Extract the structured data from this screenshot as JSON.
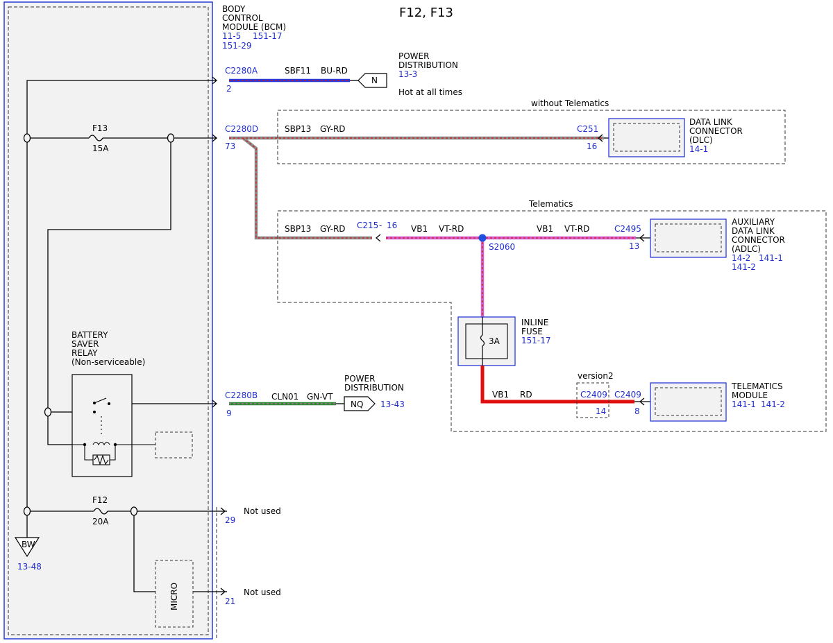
{
  "title": "F12, F13",
  "colors": {
    "ref_blue": "#1f2ccc",
    "module_fill": "#f2f2f2",
    "wire_bu": "#2a3ad8",
    "wire_rd": "#e01010",
    "wire_gy": "#8c8c8c",
    "wire_gn": "#2e8b2e",
    "wire_vt": "#d060d0",
    "splice": "#1f4fe0"
  },
  "bcm": {
    "label_lines": [
      "BODY",
      "CONTROL",
      "MODULE (BCM)"
    ],
    "refs_line1": [
      "11-5",
      "151-17"
    ],
    "refs_line2": "151-29"
  },
  "fuses": {
    "f13": {
      "name": "F13",
      "rating": "15A"
    },
    "f12": {
      "name": "F12",
      "rating": "20A"
    }
  },
  "relay": {
    "label_lines": [
      "BATTERY",
      "SAVER",
      "RELAY",
      "(Non-serviceable)"
    ]
  },
  "micro": "MICRO",
  "ground": {
    "name": "BW",
    "ref": "13-48"
  },
  "connectors": {
    "c2280a": {
      "name": "C2280A",
      "pin": "2",
      "circuit": "SBF11",
      "color": "BU-RD"
    },
    "c2280d": {
      "name": "C2280D",
      "pin": "73",
      "circuit": "SBP13",
      "color": "GY-RD"
    },
    "c2280b": {
      "name": "C2280B",
      "pin": "9",
      "circuit": "CLN01",
      "color": "GN-VT"
    },
    "pin29": {
      "pin": "29",
      "text": "Not used"
    },
    "pin21": {
      "pin": "21",
      "text": "Not used"
    }
  },
  "power_dist_1": {
    "label_lines": [
      "POWER",
      "DISTRIBUTION"
    ],
    "ref": "13-3",
    "node": "N",
    "note": "Hot at all times"
  },
  "power_dist_2": {
    "label_lines": [
      "POWER",
      "DISTRIBUTION"
    ],
    "ref": "13-43",
    "node": "NQ"
  },
  "without_telematics": {
    "label": "without Telematics",
    "connector": "C251",
    "pin": "16",
    "device_lines": [
      "DATA LINK",
      "CONNECTOR",
      "(DLC)"
    ],
    "device_ref": "14-1"
  },
  "telematics": {
    "label": "Telematics",
    "wire_left": {
      "circuit": "SBP13",
      "color": "GY-RD",
      "connector": "C215",
      "pin": "16"
    },
    "wire_mid": {
      "circuit": "VB1",
      "color": "VT-RD"
    },
    "wire_right": {
      "circuit": "VB1",
      "color": "VT-RD",
      "connector": "C2495",
      "pin": "13"
    },
    "splice": "S2060",
    "adlc_lines": [
      "AUXILIARY",
      "DATA LINK",
      "CONNECTOR",
      "(ADLC)"
    ],
    "adlc_refs_line1": [
      "14-2",
      "141-1"
    ],
    "adlc_refs_line2": "141-2",
    "inline_fuse": {
      "label_lines": [
        "INLINE",
        "FUSE"
      ],
      "ref": "151-17",
      "rating": "3A"
    },
    "rd_wire": {
      "circuit": "VB1",
      "color": "RD"
    },
    "version": "version2",
    "c2409_alt": {
      "name": "C2409",
      "pin": "14"
    },
    "c2409": {
      "name": "C2409",
      "pin": "8"
    },
    "module_lines": [
      "TELEMATICS",
      "MODULE"
    ],
    "module_refs": [
      "141-1",
      "141-2"
    ]
  }
}
